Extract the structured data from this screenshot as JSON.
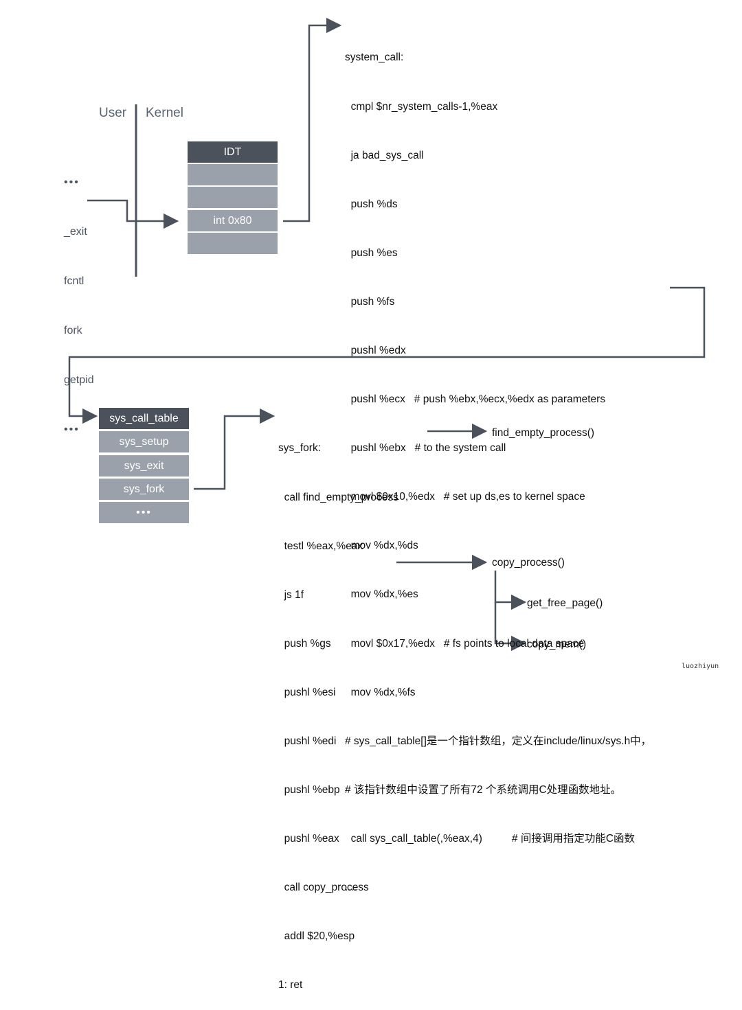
{
  "header": {
    "user": "User",
    "kernel": "Kernel"
  },
  "syscall_list": [
    "•••",
    "_exit",
    "fcntl",
    "fork",
    "getpid",
    "•••"
  ],
  "idt": {
    "title": "IDT",
    "rows": [
      "",
      "",
      "int 0x80",
      ""
    ]
  },
  "system_call_code": [
    "system_call:",
    "  cmpl $nr_system_calls-1,%eax",
    "  ja bad_sys_call",
    "  push %ds",
    "  push %es",
    "  push %fs",
    "  pushl %edx",
    "  pushl %ecx   # push %ebx,%ecx,%edx as parameters",
    "  pushl %ebx   # to the system call",
    "  movl $0x10,%edx   # set up ds,es to kernel space",
    "  mov %dx,%ds",
    "  mov %dx,%es",
    "  movl $0x17,%edx   # fs points to local data space",
    "  mov %dx,%fs",
    "# sys_call_table[]是一个指针数组，定义在include/linux/sys.h中，",
    "# 该指针数组中设置了所有72 个系统调用C处理函数地址。",
    "  call sys_call_table(,%eax,4)          # 间接调用指定功能C函数",
    "...."
  ],
  "sys_call_table": {
    "title": "sys_call_table",
    "rows": [
      "sys_setup",
      "sys_exit",
      "sys_fork",
      "•••"
    ]
  },
  "sys_fork_code": [
    "sys_fork:",
    "  call find_empty_process",
    "  testl %eax,%eax",
    "  js 1f",
    "  push %gs",
    "  pushl %esi",
    "  pushl %edi",
    "  pushl %ebp",
    "  pushl %eax",
    "  call copy_process",
    "  addl $20,%esp",
    "1: ret"
  ],
  "targets": {
    "find_empty_process": "find_empty_process()",
    "copy_process": "copy_process()",
    "get_free_page": "get_free_page()",
    "copy_mem": "copy_mem()"
  },
  "watermark": "luozhiyun",
  "colors": {
    "line": "#4b525c",
    "box_dark": "#4b525c",
    "box_light": "#9aa1aa"
  }
}
